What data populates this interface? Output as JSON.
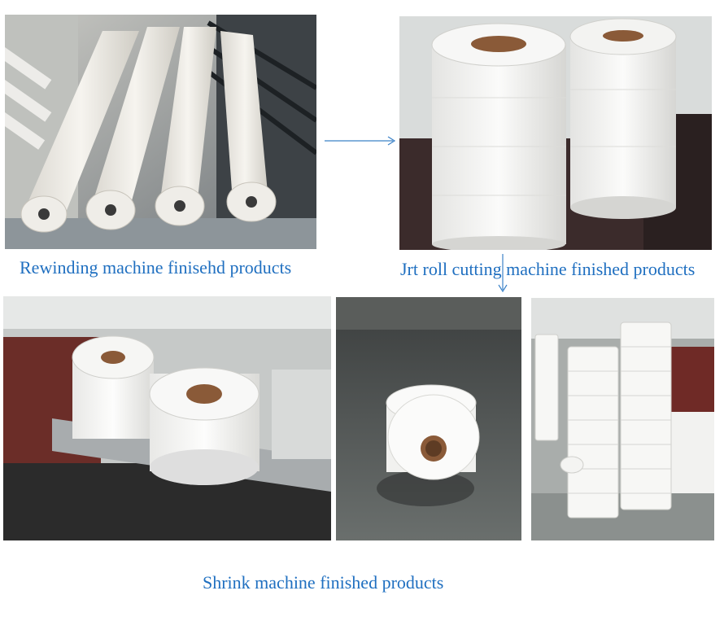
{
  "captions": {
    "rewinding": "Rewinding machine finisehd products",
    "jrt_cutting": "Jrt roll cutting machine finished products",
    "shrink": "Shrink machine finished products"
  },
  "colors": {
    "caption": "#1f6fc0",
    "arrow": "#3b82c8"
  },
  "icons": {
    "right_arrow": "arrow-right-icon",
    "down_arrow": "arrow-down-icon"
  }
}
